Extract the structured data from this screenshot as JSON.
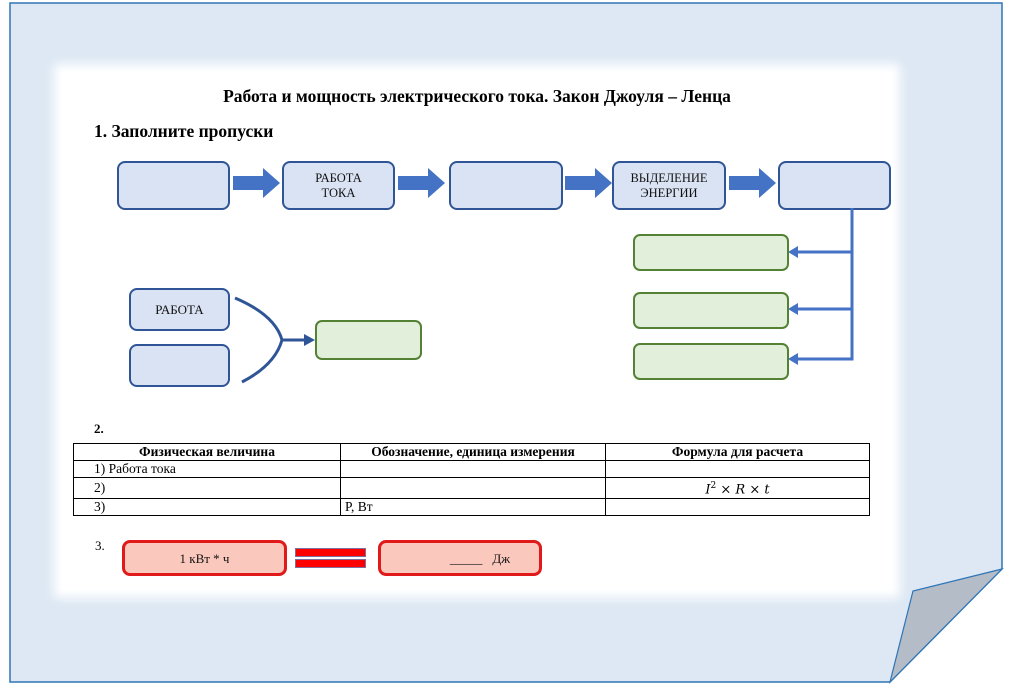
{
  "document": {
    "title": "Работа и мощность электрического тока. Закон Джоуля – Ленца",
    "section1": {
      "heading": "1. Заполните пропуски",
      "chain_boxes": [
        {
          "label_line1": "",
          "label_line2": ""
        },
        {
          "label_line1": "РАБОТА",
          "label_line2": "ТОКА"
        },
        {
          "label_line1": "",
          "label_line2": ""
        },
        {
          "label_line1": "ВЫДЕЛЕНИЕ",
          "label_line2": "ЭНЕРГИИ"
        },
        {
          "label_line1": "",
          "label_line2": ""
        }
      ],
      "branch_boxes": [
        "",
        "",
        ""
      ],
      "merge_inputs": [
        "РАБОТА",
        ""
      ],
      "merge_output": ""
    },
    "section2": {
      "number": "2.",
      "table": {
        "headers": [
          "Физическая величина",
          "Обозначение, единица измерения",
          "Формула для расчета"
        ],
        "rows": [
          {
            "quantity": "1)  Работа тока",
            "symbol_unit": "",
            "formula": ""
          },
          {
            "quantity": "2)",
            "symbol_unit": "",
            "formula_base": "I",
            "formula_exp": "2",
            "formula_rest": " × R × t"
          },
          {
            "quantity": "3)",
            "symbol_unit": "P, Вт",
            "formula": ""
          }
        ]
      }
    },
    "section3": {
      "number": "3.",
      "left_value": "1 кВт * ч",
      "right_blank": "_____",
      "right_unit": "Дж"
    }
  },
  "colors": {
    "sheet_bg": "#dde8f4",
    "sheet_border": "#2e75b6",
    "box_blue_fill": "#dae3f3",
    "box_blue_border": "#2f5597",
    "arrow_blue": "#4472c4",
    "box_green_fill": "#e2efda",
    "box_green_border": "#548235",
    "box_red_fill": "#fbc8bd",
    "box_red_border": "#e0191b",
    "fold_gray": "#b4bcc8"
  }
}
